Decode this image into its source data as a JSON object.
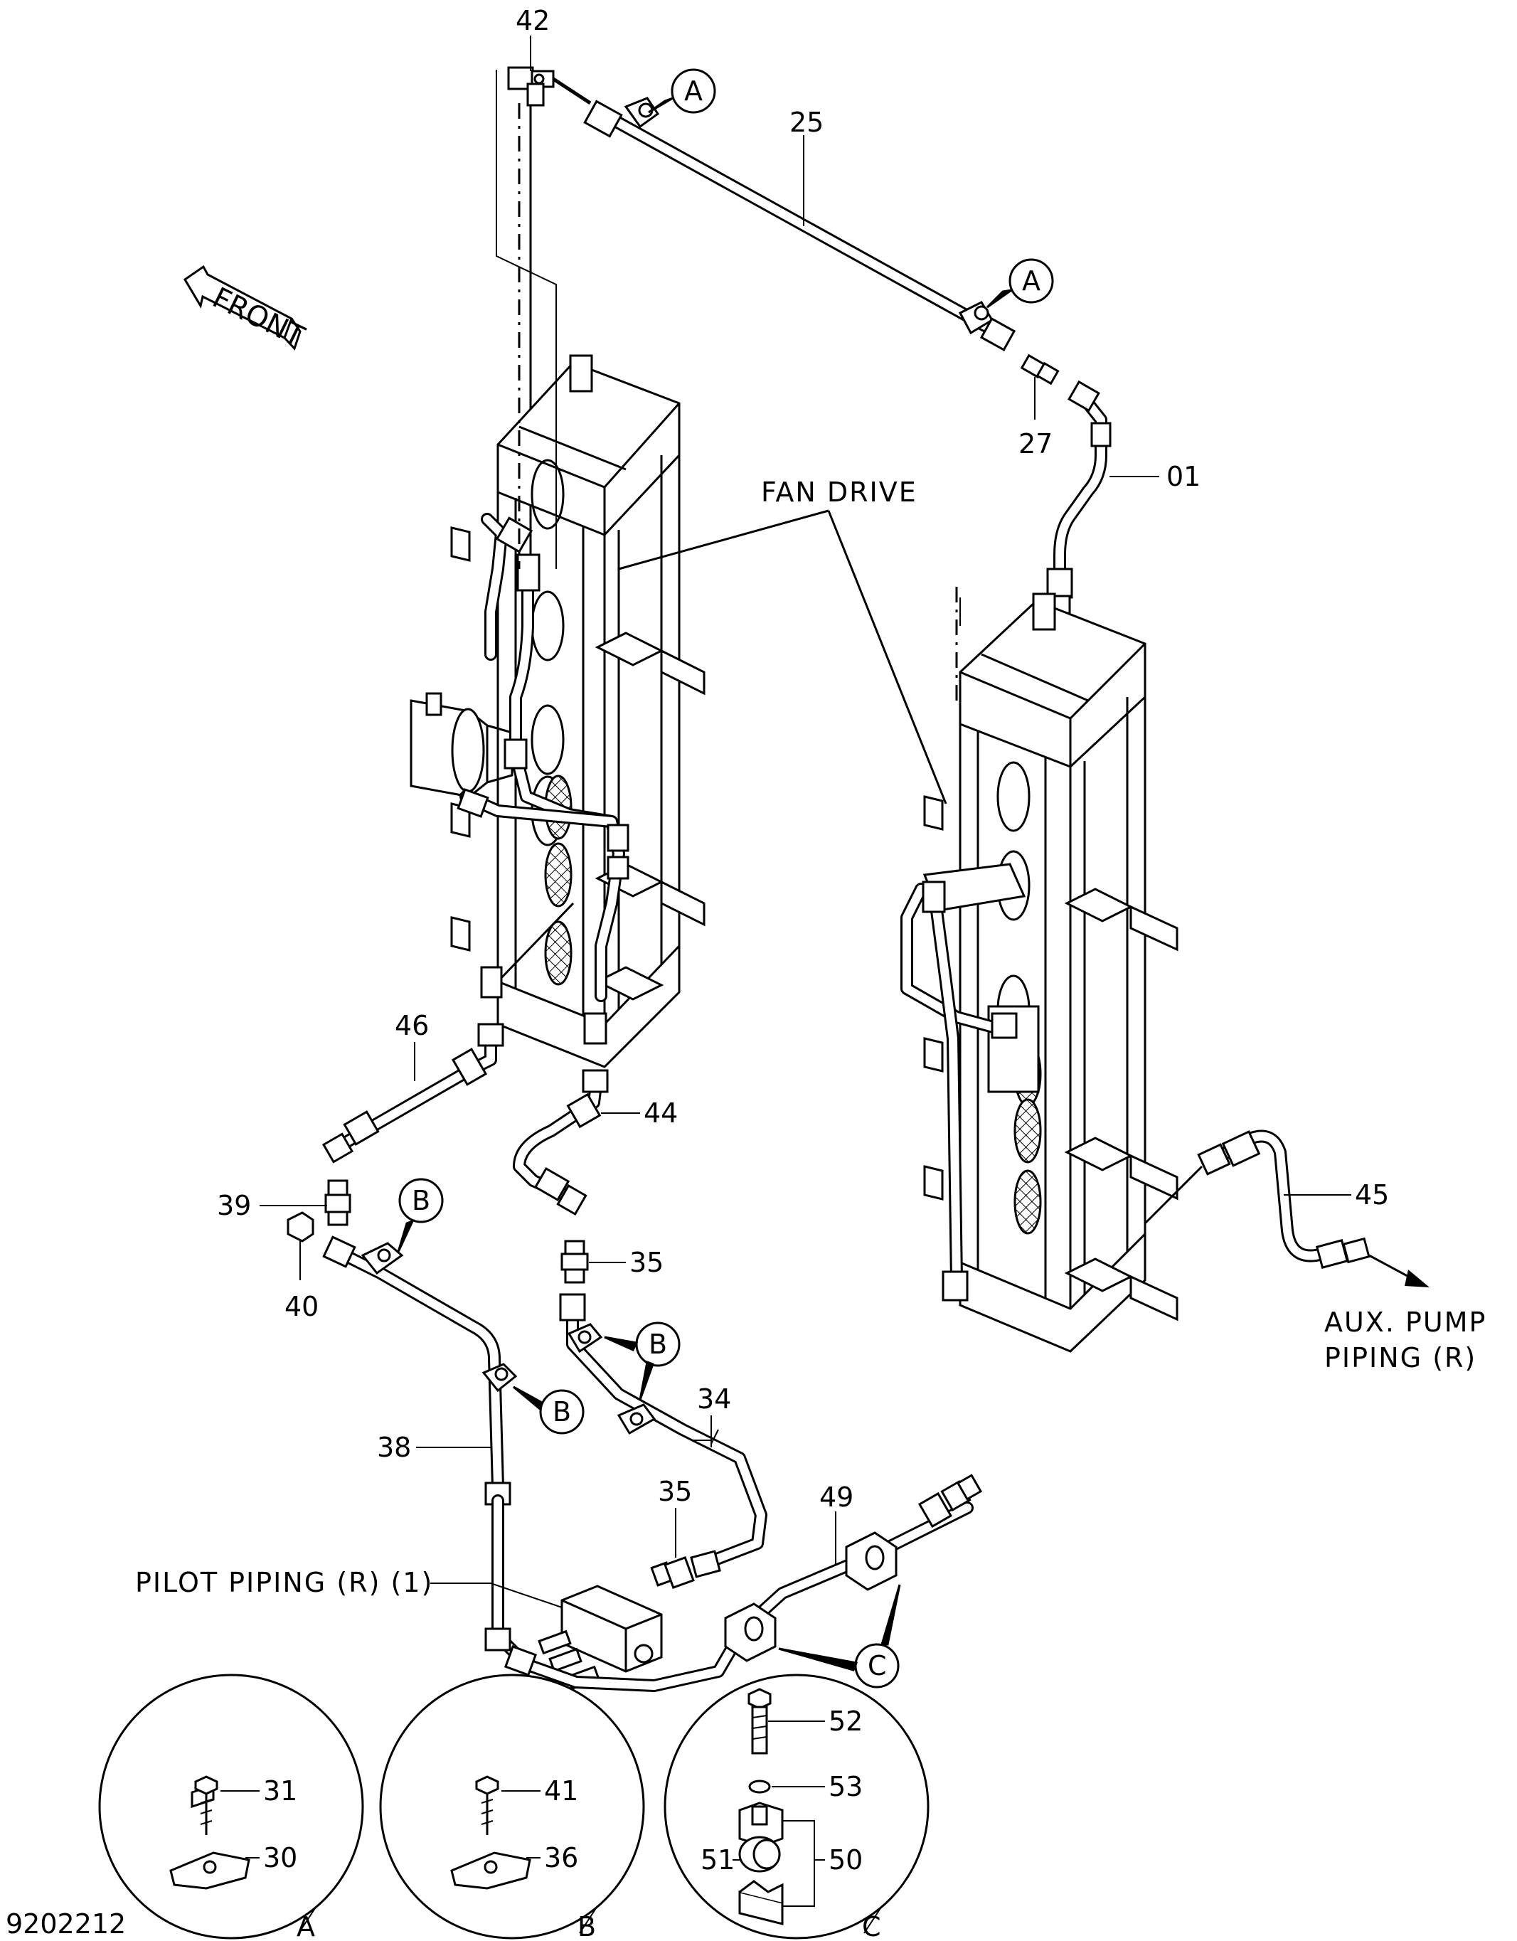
{
  "drawing_number": "9202212",
  "front_label": "FRONT",
  "fan_drive_label": "FAN DRIVE",
  "aux_label_line1": "AUX. PUMP",
  "aux_label_line2": "PIPING (R)",
  "pilot_label": "PILOT PIPING (R) (1)",
  "part_numbers": {
    "p01": "01",
    "p25": "25",
    "p27": "27",
    "p30": "30",
    "p31": "31",
    "p34": "34",
    "p35a": "35",
    "p35b": "35",
    "p36": "36",
    "p38": "38",
    "p39": "39",
    "p40": "40",
    "p41": "41",
    "p42": "42",
    "p44": "44",
    "p45": "45",
    "p46": "46",
    "p49": "49",
    "p50": "50",
    "p51": "51",
    "p52": "52",
    "p53": "53"
  },
  "callouts": {
    "a1": "A",
    "a2": "A",
    "b1": "B",
    "b2": "B",
    "b3": "B",
    "c1": "C"
  },
  "detail_labels": {
    "a": "A",
    "b": "B",
    "c": "C"
  }
}
